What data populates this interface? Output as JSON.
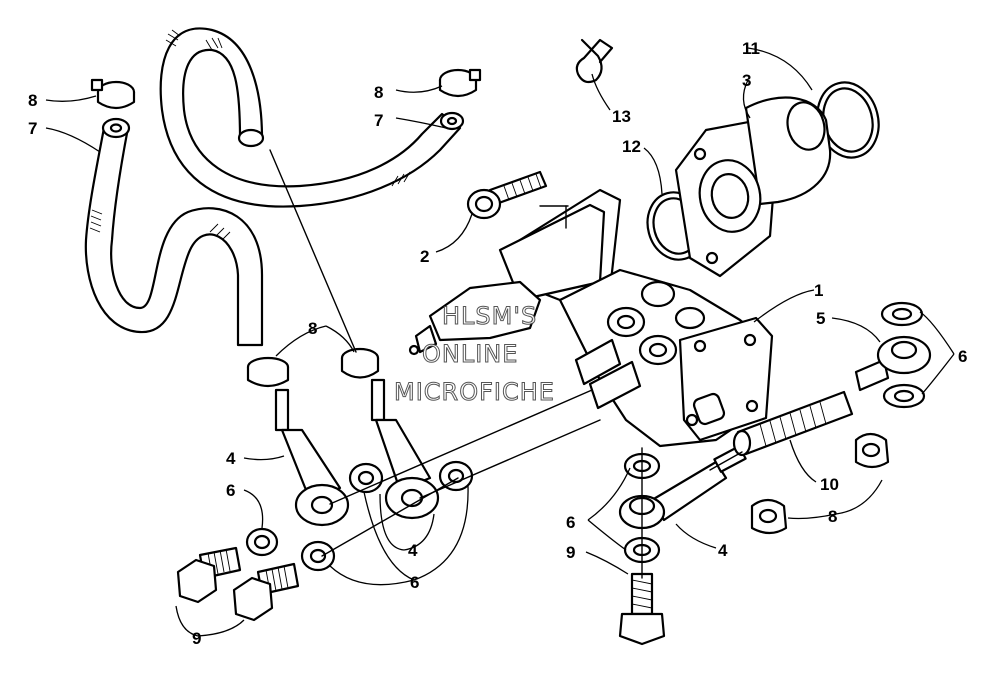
{
  "watermark": {
    "line1": "HLSM'S",
    "line2": "ONLINE",
    "line3": "MICROFICHE"
  },
  "callouts": {
    "c1": "1",
    "c2": "2",
    "c3": "3",
    "c4a": "4",
    "c4b": "4",
    "c4c": "4",
    "c5": "5",
    "c6a": "6",
    "c6b": "6",
    "c6c": "6",
    "c6d": "6",
    "c7a": "7",
    "c7b": "7",
    "c8a": "8",
    "c8b": "8",
    "c8c": "8",
    "c8d": "8",
    "c9a": "9",
    "c9b": "9",
    "c10": "10",
    "c11": "11",
    "c12": "12",
    "c13": "13"
  },
  "colors": {
    "ink": "#000000",
    "paper": "#ffffff"
  }
}
